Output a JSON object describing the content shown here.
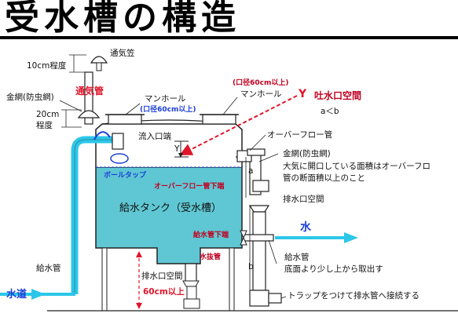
{
  "title": "受水槽の構造",
  "labels": {
    "vent_cap": "通気笠",
    "vent_height": "10cm程度",
    "wire_mesh_left": "金網(防虫網)",
    "vent_pipe": "通気管",
    "height_20cm": "20cm",
    "about": "程度",
    "manhole_left": "マンホール",
    "manhole_left_dia": "(口径60cm以上)",
    "manhole_right_dia": "(口径60cm以上)",
    "manhole_right": "マンホール",
    "y_mark": "Y",
    "air_gap": "吐水口空間",
    "a_lt_b": "a＜b",
    "inlet_end": "流入口端",
    "y_small": "Y",
    "overflow_pipe": "オーバーフロー管",
    "wire_mesh_right": "金網(防虫網)",
    "open_area_line1": "大気に開口している面積はオーバーフロ",
    "open_area_line2": "管の断面積以上のこと",
    "ball_tap": "ボールタップ",
    "overflow_lower_end": "オーバーフロー管下端",
    "a": "a",
    "drain_gap_right": "排水口空間",
    "tank_name": "給水タンク（受水槽）",
    "supply_pipe_lower_end": "給水管下端",
    "water_arrow": "水",
    "drain_pipe": "水抜管",
    "supply_pipe_left": "給水管",
    "supply_pipe_right": "給水管",
    "from_bottom": "底面より少し上から取出す",
    "b": "b",
    "drain_gap_bottom": "排水口空間",
    "cm60": "60cm以上",
    "city_water": "水道",
    "trap_note": "トラップをつけて排水管へ接続する"
  },
  "colors": {
    "water": "#5fc7d3",
    "pipe_supply": "#2cc7e8",
    "arrow_red": "#e0162b",
    "text_blue": "#1b3fd6"
  }
}
